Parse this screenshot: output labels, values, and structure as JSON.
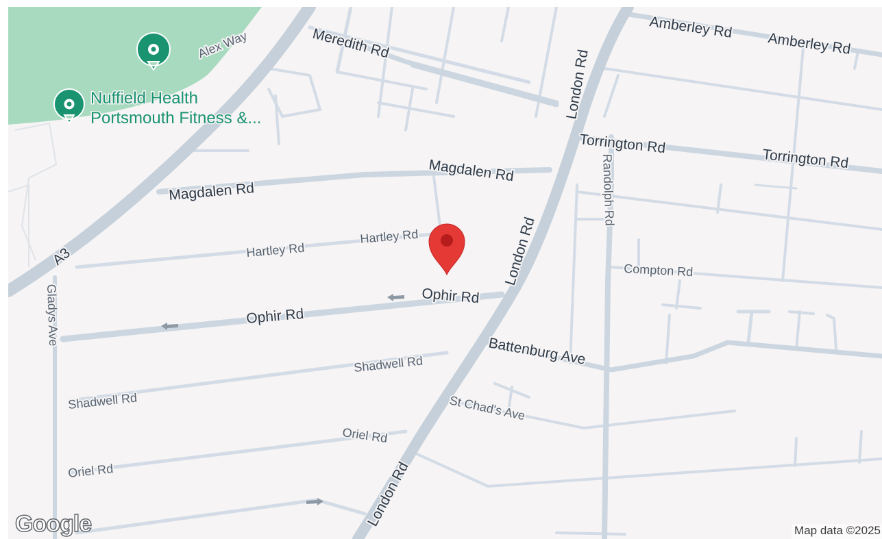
{
  "header_note": "",
  "attribution": "Map data ©2025",
  "logo_text": "Google",
  "marker": {
    "icon": "map-pin-icon",
    "color": "#e53935"
  },
  "pois": [
    {
      "name": "",
      "icon": "poi-pin-icon"
    },
    {
      "name_line1": "Nuffield Health",
      "name_line2": "Portsmouth Fitness &...",
      "icon": "poi-pin-icon"
    }
  ],
  "roads": {
    "a3": "A3",
    "alex_way": "Alex Way",
    "meredith_rd": "Meredith Rd",
    "amberley_rd_1": "Amberley Rd",
    "amberley_rd_2": "Amberley Rd",
    "london_rd_1": "London Rd",
    "london_rd_2": "London Rd",
    "london_rd_3": "London Rd",
    "torrington_rd_1": "Torrington Rd",
    "torrington_rd_2": "Torrington Rd",
    "magdalen_rd_1": "Magdalen Rd",
    "magdalen_rd_2": "Magdalen Rd",
    "randolph_rd": "Randolph Rd",
    "hartley_rd_1": "Hartley Rd",
    "hartley_rd_2": "Hartley Rd",
    "compton_rd": "Compton Rd",
    "ophir_rd_1": "Ophir Rd",
    "ophir_rd_2": "Ophir Rd",
    "gladys_ave": "Gladys Ave",
    "battenburg_ave": "Battenburg Ave",
    "shadwell_rd_1": "Shadwell Rd",
    "shadwell_rd_2": "Shadwell Rd",
    "st_chads_ave": "St Chad's Ave",
    "oriel_rd_1": "Oriel Rd",
    "oriel_rd_2": "Oriel Rd"
  },
  "colors": {
    "park": "#a8dac0",
    "road_major": "#c9d4df",
    "road_minor": "#d3dce6",
    "background": "#f6f4f4",
    "poi": "#1a9371"
  }
}
